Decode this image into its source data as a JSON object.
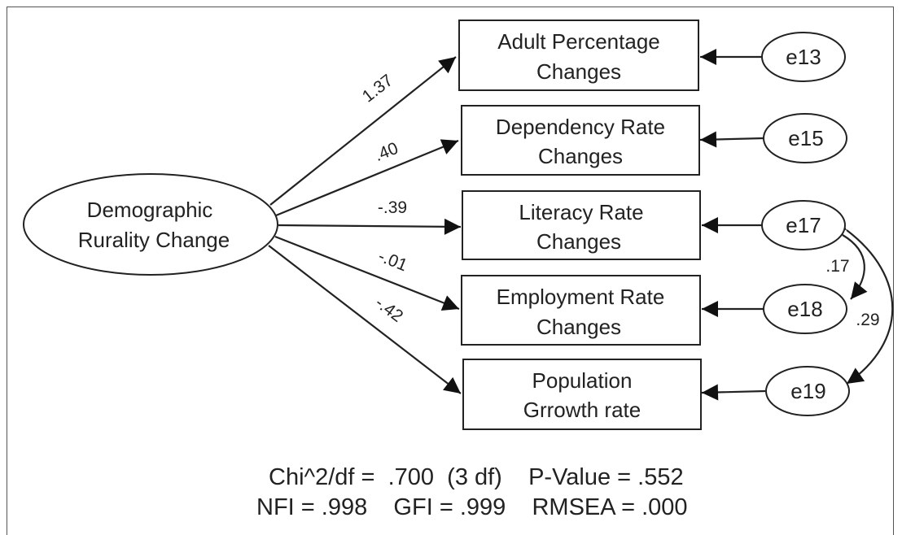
{
  "latent": {
    "line1": "Demographic",
    "line2": "Rurality Change"
  },
  "indicators": [
    {
      "line1": "Adult Percentage",
      "line2": "Changes",
      "loading": "1.37",
      "error": "e13"
    },
    {
      "line1": "Dependency Rate",
      "line2": "Changes",
      "loading": ".40",
      "error": "e15"
    },
    {
      "line1": "Literacy Rate",
      "line2": "Changes",
      "loading": "-.39",
      "error": "e17"
    },
    {
      "line1": "Employment Rate",
      "line2": "Changes",
      "loading": "-.01",
      "error": "e18"
    },
    {
      "line1": "Population",
      "line2": "Grrowth rate",
      "loading": "-.42",
      "error": "e19"
    }
  ],
  "covariances": [
    {
      "from": "e17",
      "to": "e18",
      "value": ".17"
    },
    {
      "from": "e17",
      "to": "e19",
      "value": ".29"
    }
  ],
  "fit": {
    "line1": "Chi^2/df =  .700  (3 df)    P-Value = .552",
    "line2": "NFI = .998    GFI = .999    RMSEA = .000"
  }
}
